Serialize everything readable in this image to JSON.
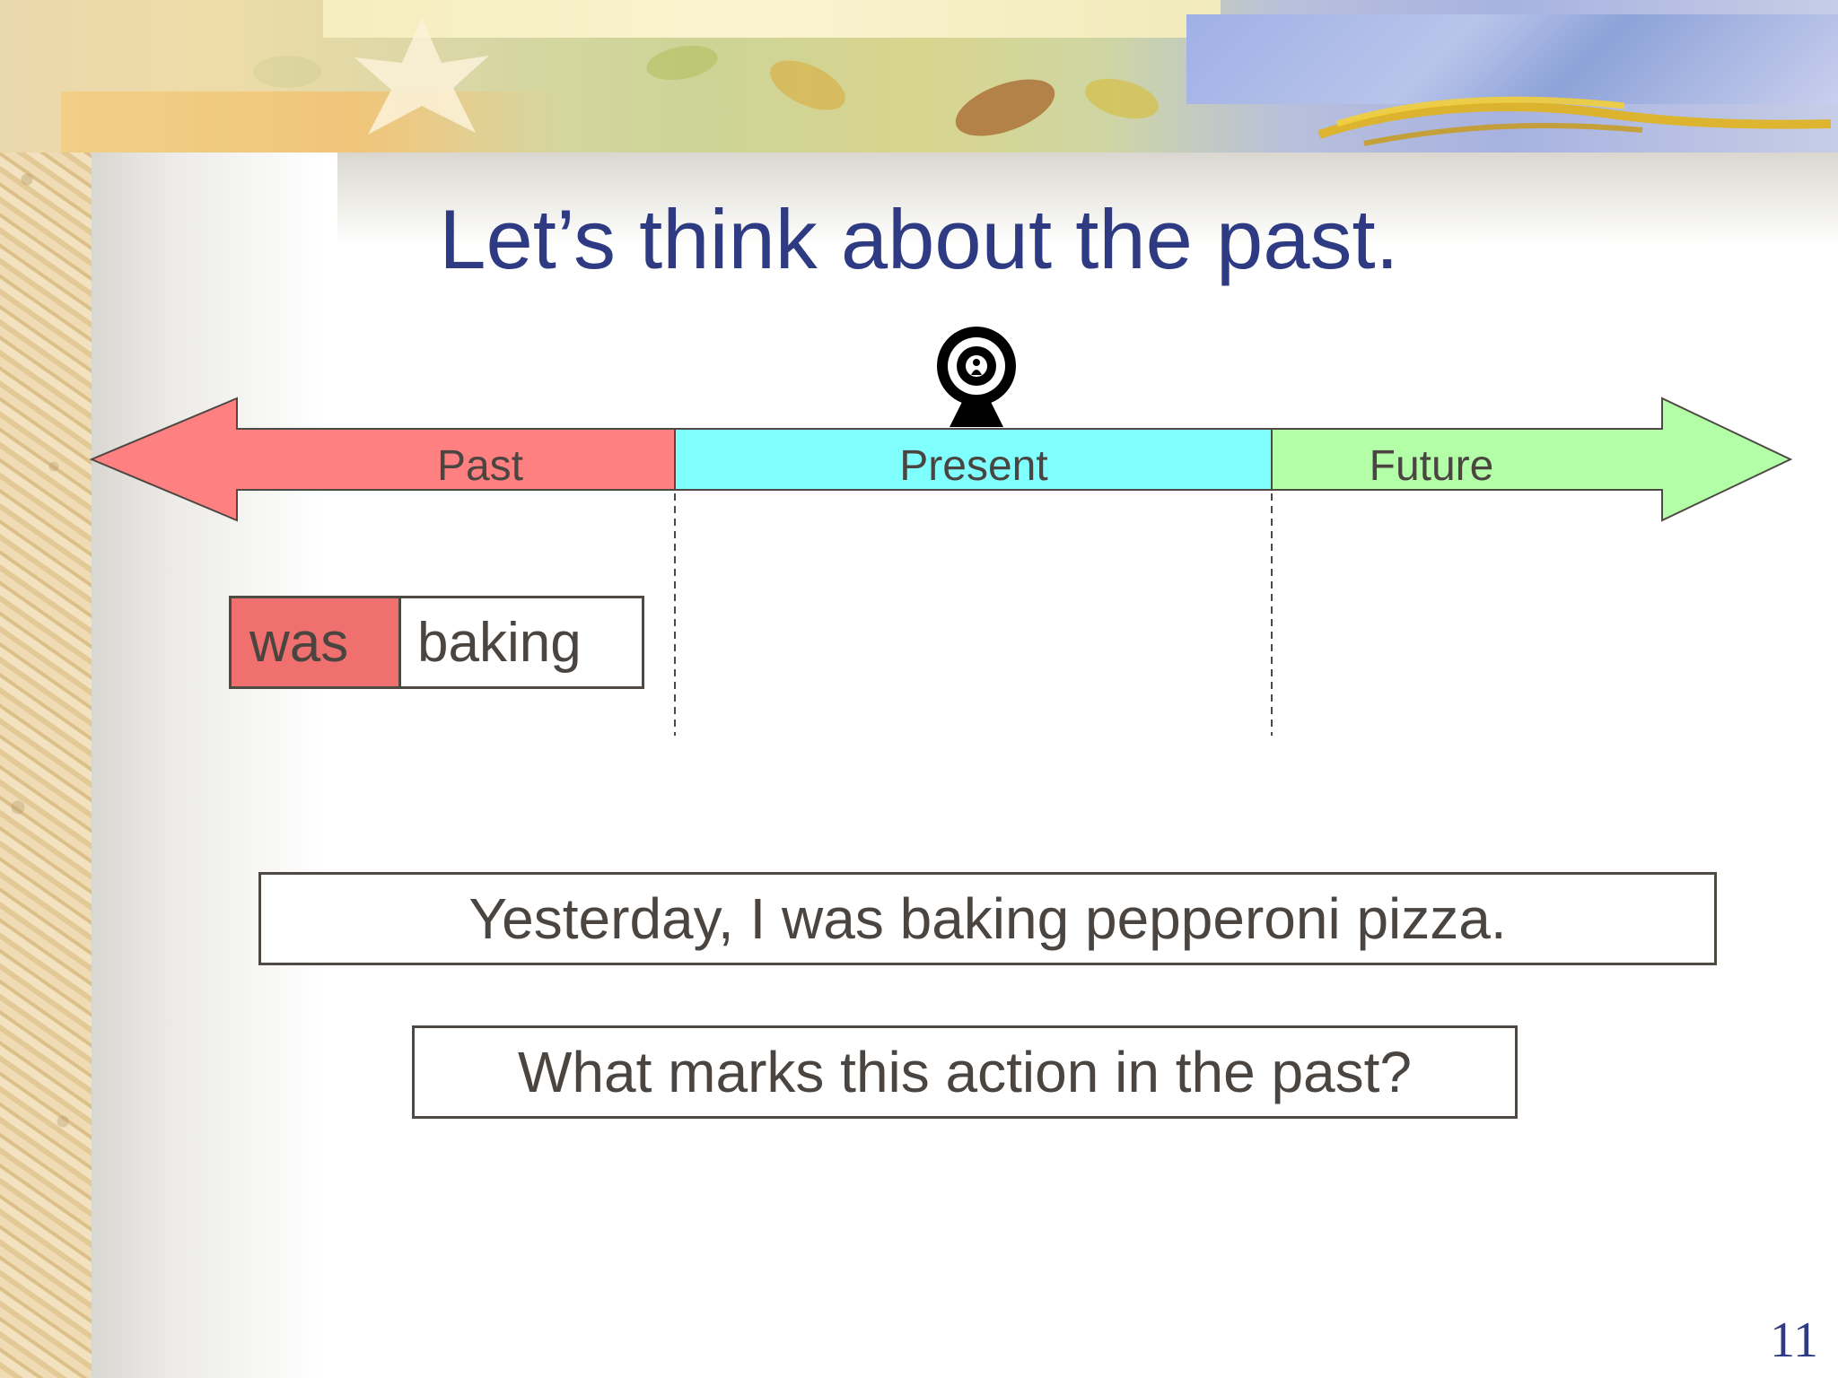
{
  "slide": {
    "title": "Let’s think about the past.",
    "page_number": "11"
  },
  "timeline": {
    "past_label": "Past",
    "present_label": "Present",
    "future_label": "Future",
    "colors": {
      "past": "#ff8080",
      "present": "#80ffff",
      "future": "#b3ffa8"
    },
    "marker_icon": "target-person-icon"
  },
  "verb_phrase": {
    "auxiliary": "was",
    "participle": "baking",
    "auxiliary_color": "#f07070"
  },
  "sentence": "Yesterday, I was baking pepperoni pizza.",
  "question": "What marks this action in the past?"
}
